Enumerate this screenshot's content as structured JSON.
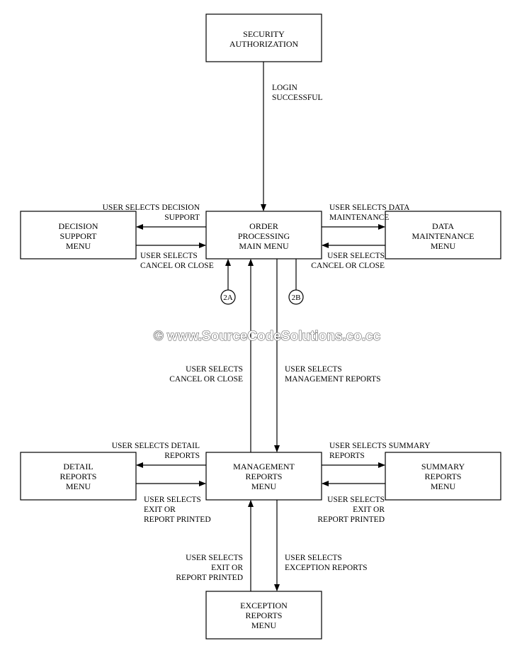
{
  "boxes": {
    "security": [
      "SECURITY",
      "AUTHORIZATION"
    ],
    "order": [
      "ORDER",
      "PROCESSING",
      "MAIN MENU"
    ],
    "decision": [
      "DECISION",
      "SUPPORT",
      "MENU"
    ],
    "data_maint": [
      "DATA",
      "MAINTENANCE",
      "MENU"
    ],
    "mgmt": [
      "MANAGEMENT",
      "REPORTS",
      "MENU"
    ],
    "detail": [
      "DETAIL",
      "REPORTS",
      "MENU"
    ],
    "summary": [
      "SUMMARY",
      "REPORTS",
      "MENU"
    ],
    "exception": [
      "EXCEPTION",
      "REPORTS",
      "MENU"
    ]
  },
  "labels": {
    "login": [
      "LOGIN",
      "SUCCESSFUL"
    ],
    "sel_decision": [
      "USER SELECTS DECISION",
      "SUPPORT"
    ],
    "cancel_decision": [
      "USER SELECTS",
      "CANCEL OR CLOSE"
    ],
    "sel_data": [
      "USER SELECTS DATA",
      "MAINTENANCE"
    ],
    "cancel_data": [
      "USER SELECTS",
      "CANCEL OR CLOSE"
    ],
    "cancel_mgmt": [
      "USER SELECTS",
      "CANCEL OR CLOSE"
    ],
    "sel_mgmt": [
      "USER SELECTS",
      "MANAGEMENT REPORTS"
    ],
    "sel_detail": [
      "USER SELECTS DETAIL",
      "REPORTS"
    ],
    "exit_detail": [
      "USER SELECTS",
      "EXIT OR",
      "REPORT PRINTED"
    ],
    "sel_summary": [
      "USER SELECTS SUMMARY",
      "REPORTS"
    ],
    "exit_summary": [
      "USER SELECTS",
      "EXIT OR",
      "REPORT PRINTED"
    ],
    "exit_exception": [
      "USER SELECTS",
      "EXIT OR",
      "REPORT PRINTED"
    ],
    "sel_exception": [
      "USER SELECTS",
      "EXCEPTION REPORTS"
    ]
  },
  "connectors": {
    "c2a": "2A",
    "c2b": "2B"
  },
  "watermark": "© www.SourceCodeSolutions.co.cc"
}
